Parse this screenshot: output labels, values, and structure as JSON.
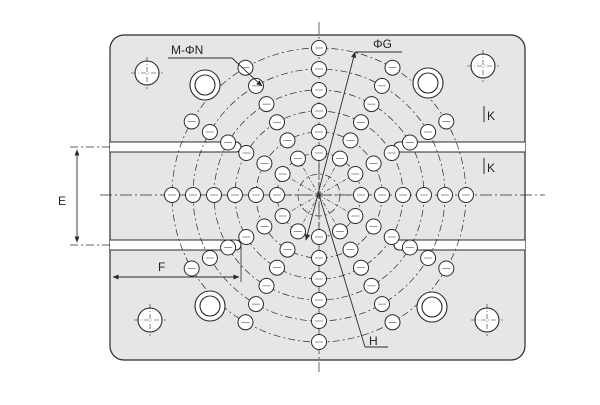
{
  "labels": {
    "hole_spec": "M-ΦN",
    "pitch_dia": "ΦG",
    "k_top": "K",
    "k_mid": "K",
    "dim_e": "E",
    "dim_f": "F",
    "dim_h": "H"
  },
  "colors": {
    "line": "#2a2a2a",
    "plate_fill": "#e6e6e6",
    "background": "#ffffff"
  },
  "pattern": {
    "rings": 7,
    "spokes": 12
  }
}
